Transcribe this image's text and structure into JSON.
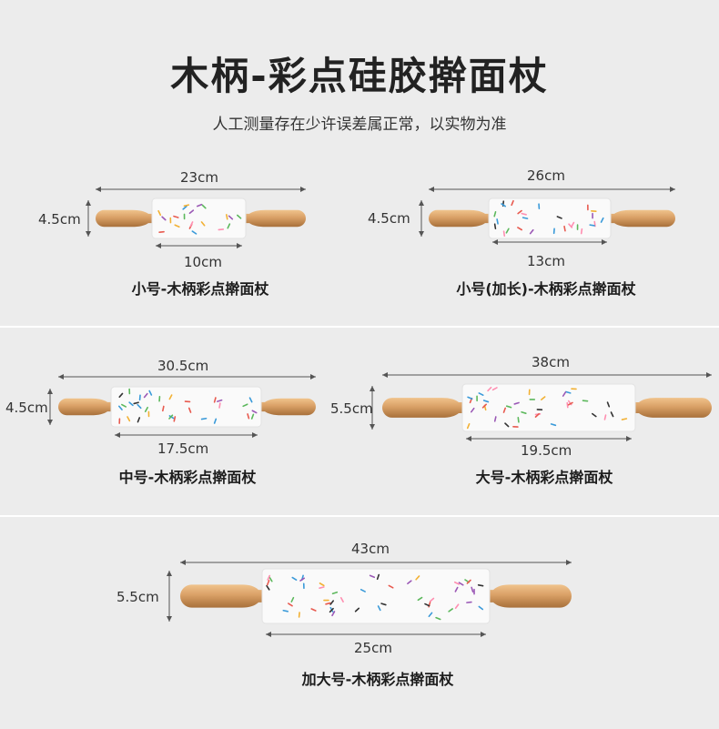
{
  "header": {
    "title": "木柄-彩点硅胶擀面杖",
    "subtitle": "人工测量存在少许误差属正常，以实物为准"
  },
  "products": [
    {
      "name": "小号-木柄彩点擀面杖",
      "total_length": "23cm",
      "barrel_length": "10cm",
      "diameter": "4.5cm"
    },
    {
      "name": "小号(加长)-木柄彩点擀面杖",
      "total_length": "26cm",
      "barrel_length": "13cm",
      "diameter": "4.5cm"
    },
    {
      "name": "中号-木柄彩点擀面杖",
      "total_length": "30.5cm",
      "barrel_length": "17.5cm",
      "diameter": "4.5cm"
    },
    {
      "name": "大号-木柄彩点擀面杖",
      "total_length": "38cm",
      "barrel_length": "19.5cm",
      "diameter": "5.5cm"
    },
    {
      "name": "加大号-木柄彩点擀面杖",
      "total_length": "43cm",
      "barrel_length": "25cm",
      "diameter": "5.5cm"
    }
  ],
  "colors": {
    "background": "#ececec",
    "silicone": "#fafafa",
    "wood": "#d9a066",
    "sprinkles": [
      "#e85a4f",
      "#f2b134",
      "#3a9ad9",
      "#5cb85c",
      "#9b59b6",
      "#333333",
      "#ff8fb1"
    ]
  }
}
